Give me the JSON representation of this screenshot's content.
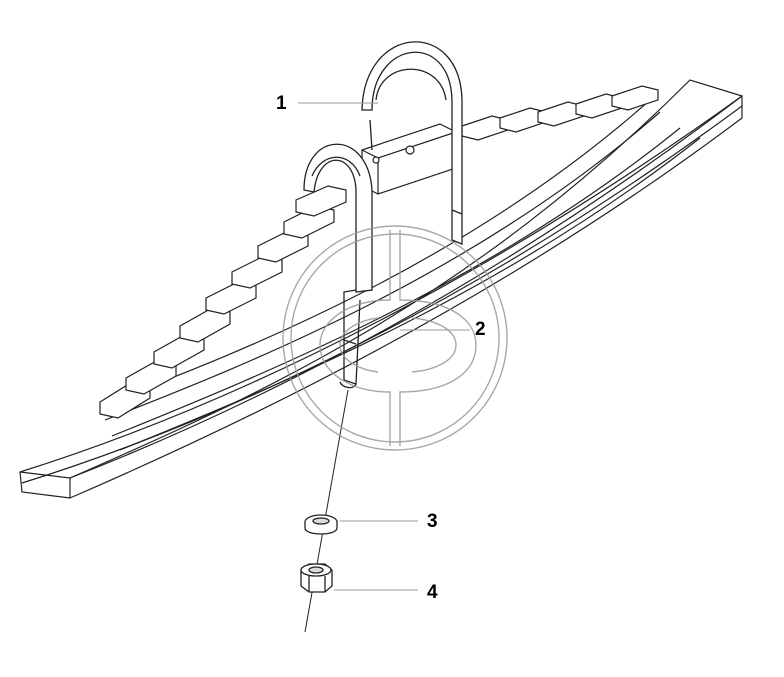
{
  "callouts": [
    {
      "number": "1",
      "part": "u-bolt"
    },
    {
      "number": "2",
      "part": "leaf-spring-pack"
    },
    {
      "number": "3",
      "part": "washer"
    },
    {
      "number": "4",
      "part": "nut"
    }
  ],
  "colors": {
    "line": "#222222",
    "fill": "#ffffff",
    "shade": "#dcdcdc",
    "watermark": "#9a9a9a"
  },
  "watermark_icon": "cp-logo-watermark"
}
